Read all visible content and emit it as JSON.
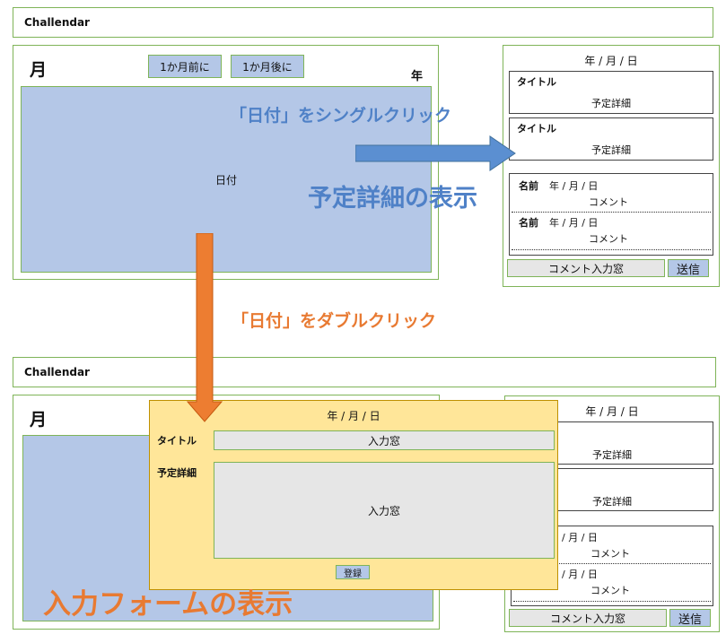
{
  "app_title": "Challendar",
  "month_label": "月",
  "year_label": "年",
  "prev_month_button": "1か月前に",
  "next_month_button": "1か月後に",
  "date_label": "日付",
  "date_header": "年 / 月 / 日",
  "date_header_partial": "/ 月 / 日",
  "schedules": [
    {
      "title": "タイトル",
      "detail": "予定詳細"
    },
    {
      "title": "タイトル",
      "detail": "予定詳細"
    }
  ],
  "comments": [
    {
      "name": "名前",
      "date": "年 / 月 / 日",
      "text": "コメント"
    },
    {
      "name": "名前",
      "date": "年 / 月 / 日",
      "text": "コメント"
    }
  ],
  "comment_input_placeholder": "コメント入力窓",
  "send_button": "送信",
  "form": {
    "date": "年 / 月 / 日",
    "title_label": "タイトル",
    "title_input": "入力窓",
    "detail_label": "予定詳細",
    "detail_input": "入力窓",
    "register_button": "登録"
  },
  "annotations": {
    "single_click": "「日付」をシングルクリック",
    "show_detail": "予定詳細の表示",
    "double_click": "「日付」をダブルクリック",
    "show_form": "入力フォームの表示"
  },
  "colors": {
    "calendar_fill": "#b4c7e7",
    "frame_border": "#7fb458",
    "form_fill": "#ffe699",
    "input_fill": "#e6e6e6",
    "blue_arrow": "#5b8fd1",
    "orange_arrow": "#ed7d31"
  }
}
